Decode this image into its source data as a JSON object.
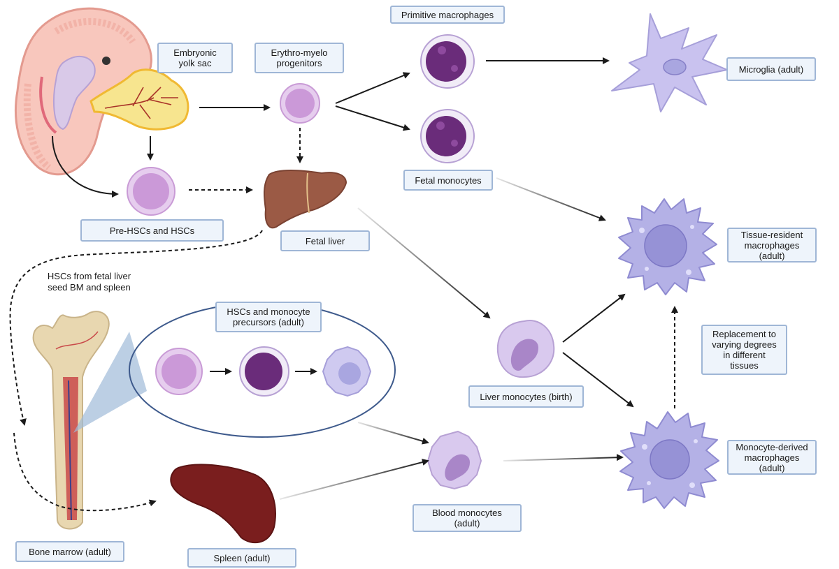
{
  "labels": {
    "embryonic_yolk_sac": "Embryonic\nyolk sac",
    "erythro_myelo_progenitors": "Erythro-myelo\nprogenitors",
    "primitive_macrophages": "Primitive macrophages",
    "microglia": "Microglia (adult)",
    "fetal_monocytes": "Fetal monocytes",
    "pre_hscs_and_hscs": "Pre-HSCs and HSCs",
    "fetal_liver": "Fetal liver",
    "tissue_resident_macrophages": "Tissue-resident\nmacrophages (adult)",
    "hscs_from_fetal_liver": "HSCs from fetal liver\nseed BM and spleen",
    "hscs_and_monocyte_precursors": "HSCs and monocyte\nprecursors (adult)",
    "replacement": "Replacement to\nvarying degrees\nin different\ntissues",
    "liver_monocytes": "Liver monocytes (birth)",
    "monocyte_derived_macrophages": "Monocyte-derived\nmacrophages (adult)",
    "blood_monocytes": "Blood monocytes\n(adult)",
    "bone_marrow": "Bone marrow (adult)",
    "spleen": "Spleen (adult)"
  },
  "colors": {
    "label_fill": "#eef4fb",
    "label_border": "#9fb6d6",
    "stem_cell": "#c99bd6",
    "dark_cell": "#6a2c7a",
    "macrophage": "#a9a6e0",
    "liver": "#9b5a45",
    "spleen": "#7a1e1e",
    "yolk_sac": "#f7e58f",
    "bone": "#e8d7b0",
    "arrow": "#1a1a1a",
    "ellipse_border": "#3e5a8c"
  }
}
